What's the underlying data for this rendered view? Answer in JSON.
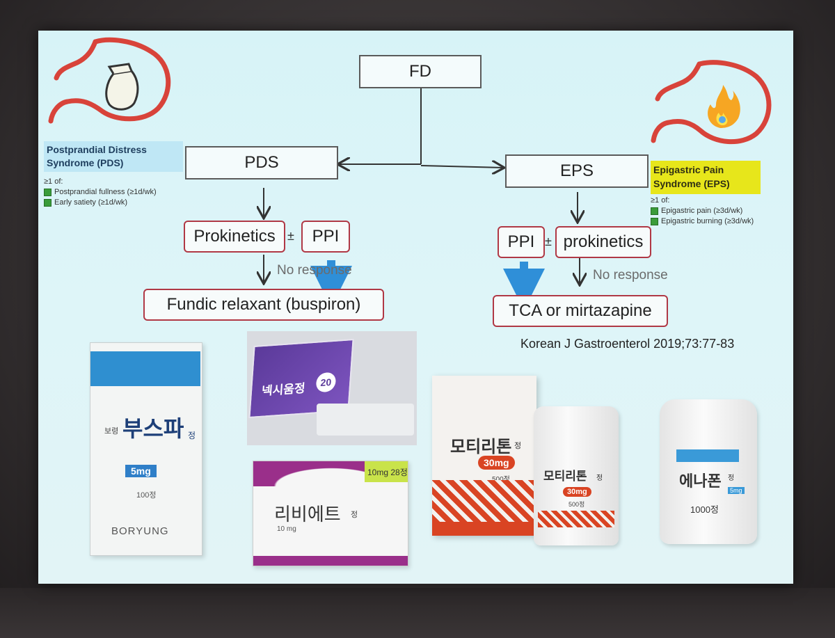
{
  "diagram": {
    "root": "FD",
    "left_branch": {
      "node": "PDS",
      "label": "Postprandial Distress Syndrome (PDS)",
      "criteria_header": "≥1 of:",
      "criteria": [
        "Postprandial fullness (≥1d/wk)",
        "Early satiety (≥1d/wk)"
      ],
      "treatment_a": "Prokinetics",
      "plus_minus": "±",
      "treatment_b": "PPI",
      "no_response": "No response",
      "second_line": "Fundic relaxant (buspiron)"
    },
    "right_branch": {
      "node": "EPS",
      "label": "Epigastric Pain Syndrome (EPS)",
      "criteria_header": "≥1 of:",
      "criteria": [
        "Epigastric pain (≥3d/wk)",
        "Epigastric burning (≥3d/wk)"
      ],
      "treatment_a": "PPI",
      "plus_minus": "±",
      "treatment_b": "prokinetics",
      "no_response": "No response",
      "second_line": "TCA or mirtazapine"
    },
    "reference": "Korean J Gastroenterol 2019;73:77-83"
  },
  "products": {
    "buspa": {
      "name": "부스파",
      "prefix": "보령",
      "suffix": "정",
      "dose": "5mg",
      "count": "100정",
      "brand": "BORYUNG"
    },
    "nexium": {
      "name": "넥시움정",
      "dose": "20"
    },
    "rivet": {
      "name": "리비에트",
      "suffix": "정",
      "dose": "10mg 28정",
      "sub": "10 mg"
    },
    "motilitone_box": {
      "name": "모티리톤",
      "suffix": "정",
      "dose": "30mg",
      "count": "500정"
    },
    "motilitone_bottle": {
      "name": "모티리톤",
      "suffix": "정",
      "dose": "30mg",
      "count": "500정"
    },
    "enafon": {
      "name": "에나폰",
      "suffix": "정",
      "dose": "5mg",
      "count": "1000정"
    }
  },
  "colors": {
    "slide_bg": "#d9f3f7",
    "box_red": "#b03845",
    "pds_label": "#bfe7f5",
    "eps_label": "#e7e61b",
    "blue_arrow": "#2f8fd8"
  }
}
